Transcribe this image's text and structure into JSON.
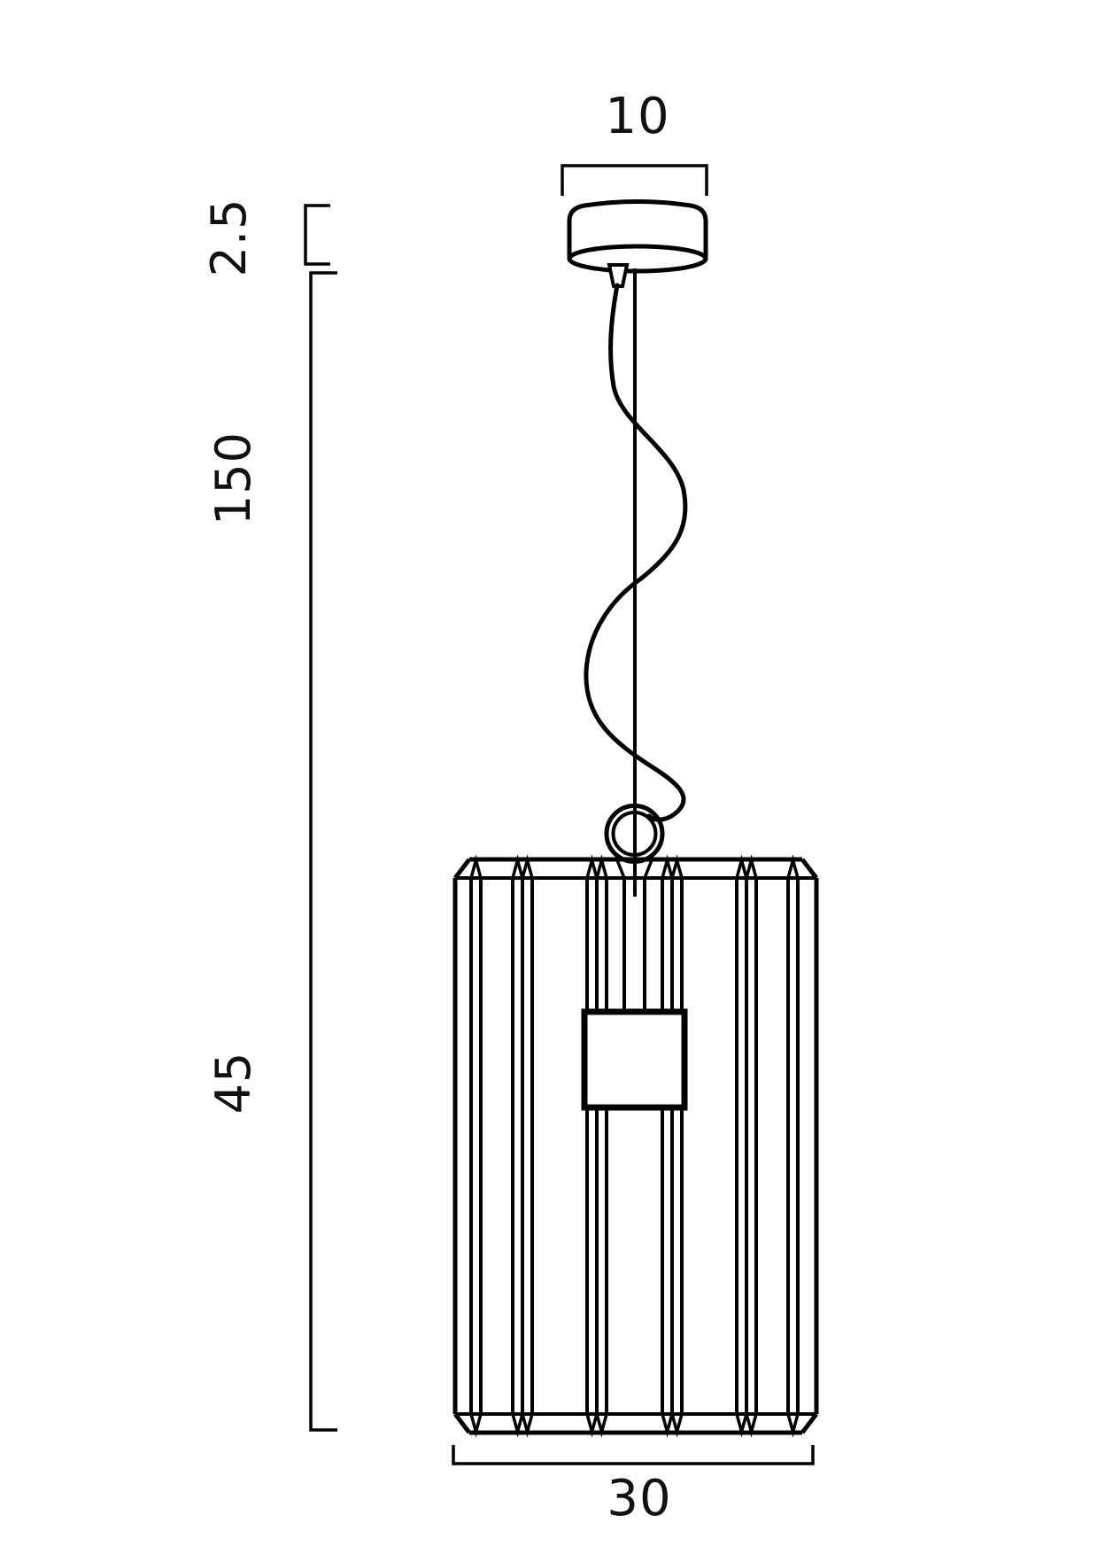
{
  "figure": {
    "type": "technical-line-drawing",
    "subject": "pendant light fixture dimension diagram",
    "background": "#ffffff",
    "line_color": "#000000",
    "dimensions": {
      "canopy_width": "10",
      "canopy_height": "2.5",
      "drop_length": "150",
      "shade_height": "45",
      "shade_diameter": "30"
    }
  }
}
